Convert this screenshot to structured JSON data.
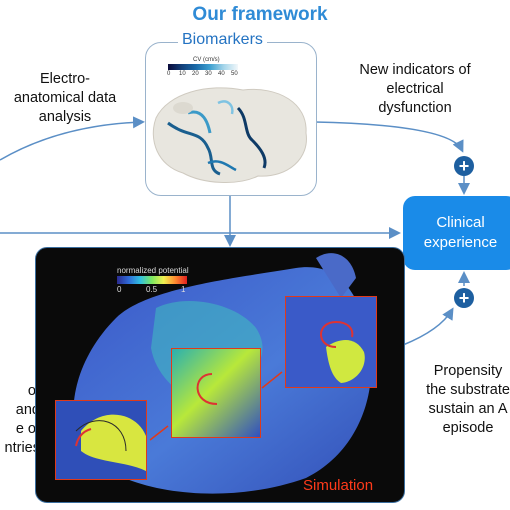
{
  "header": {
    "title": "Our framework"
  },
  "biomarkers": {
    "label": "Biomarkers",
    "colorbar_title": "CV (cm/s)",
    "colorbar_ticks": [
      "0",
      "10",
      "20",
      "30",
      "40",
      "50"
    ]
  },
  "annotations": {
    "left_top": [
      "Electro-",
      "anatomical data",
      "analysis"
    ],
    "right_top": [
      "New indicators of",
      "electrical",
      "dysfunction"
    ],
    "left_bottom": [
      "of",
      "and",
      "e of",
      "ntries"
    ],
    "right_bottom": [
      "Propensity",
      "the substrate",
      "sustain an A",
      "episode"
    ]
  },
  "clinical": {
    "lines": [
      "Clinical",
      "experience"
    ]
  },
  "plus_symbols": [
    "+",
    "+"
  ],
  "simulation": {
    "label": "Simulation",
    "colorbar_title": "normalized potential",
    "colorbar_ticks": [
      "0",
      "0.5",
      "1"
    ]
  },
  "colors": {
    "accent": "#2f8bd6",
    "clinical": "#1a8be8",
    "plus": "#1d5fa0",
    "sim_label": "#ff3a1a",
    "arrows": "#5b8fc6"
  }
}
